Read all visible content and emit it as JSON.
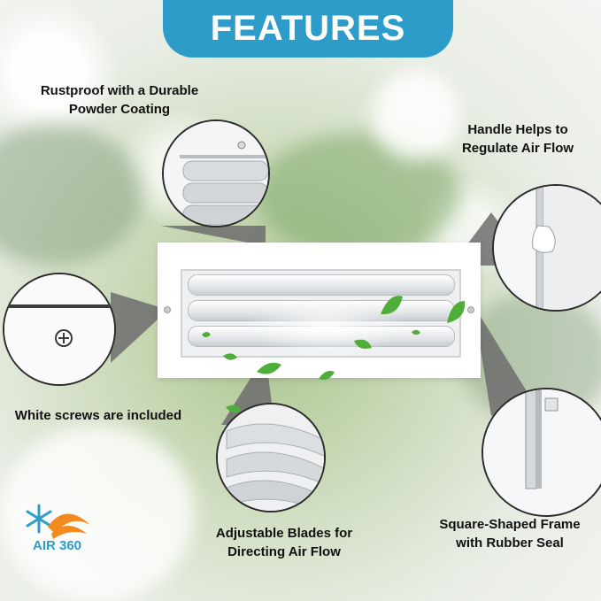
{
  "banner": {
    "title": "FEATURES"
  },
  "features": {
    "coating": {
      "line1": "Rustproof with a Durable",
      "line2": "Powder Coating"
    },
    "handle": {
      "line1": "Handle Helps to",
      "line2": "Regulate Air Flow"
    },
    "screws": {
      "line1": "White screws are included"
    },
    "blades": {
      "line1": "Adjustable Blades for",
      "line2": "Directing Air Flow"
    },
    "frame": {
      "line1": "Square-Shaped Frame",
      "line2": "with Rubber Seal"
    }
  },
  "logo": {
    "text": "AIR 360",
    "icon": "snowflake-sun-logo-icon"
  },
  "colors": {
    "banner": "#2d9cc8",
    "leaf": "#4fae3a",
    "logo_blue": "#2d9cc8",
    "logo_orange": "#f28a1e"
  }
}
